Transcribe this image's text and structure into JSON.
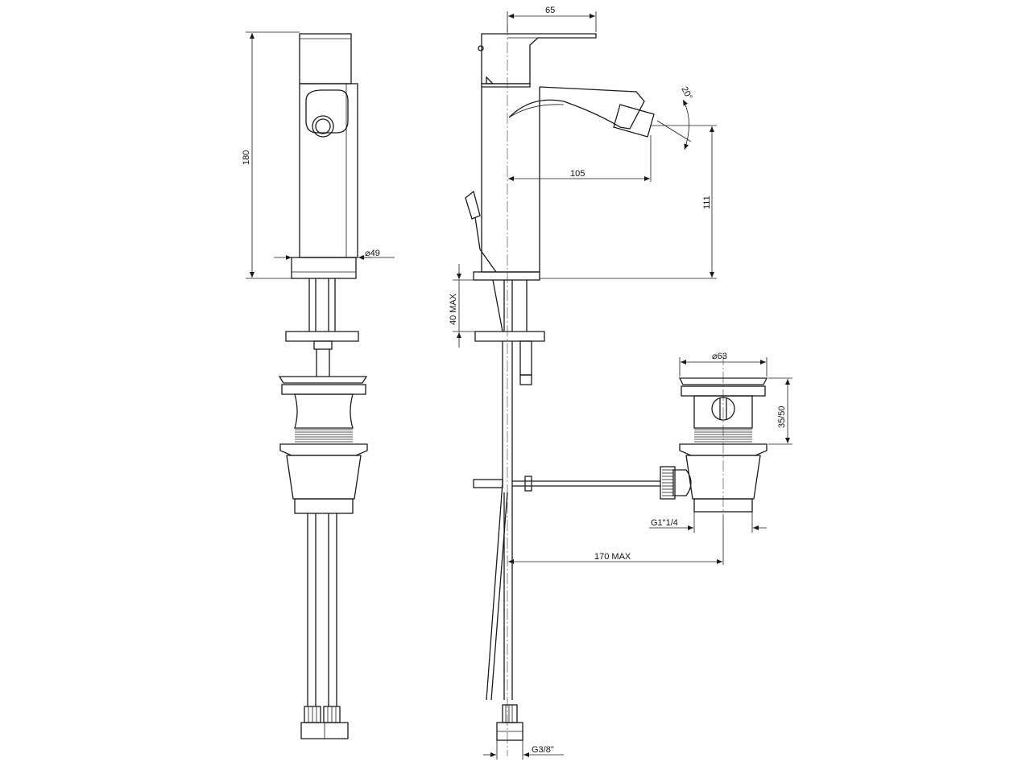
{
  "labels": {
    "height_total": "180",
    "diameter_base": "⌀49",
    "spout_top_width": "65",
    "spout_reach": "105",
    "spout_height": "111",
    "spray_angle": "20°",
    "deck_thickness": "40 MAX",
    "waste_diameter": "⌀63",
    "waste_height": "35/50",
    "waste_thread": "G1\"1/4",
    "rod_length": "170 MAX",
    "hose_thread": "G3/8\""
  }
}
